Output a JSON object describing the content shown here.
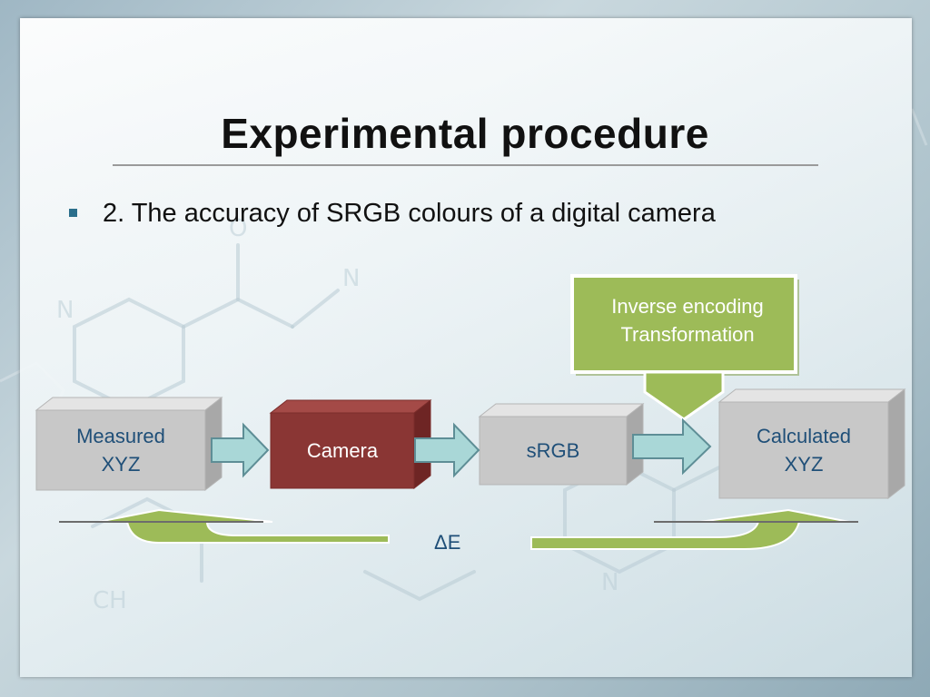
{
  "slide": {
    "title": "Experimental procedure",
    "bullet": "2. The accuracy of SRGB colours of a digital camera"
  },
  "diagram": {
    "boxes": {
      "measured": "Measured\nXYZ",
      "camera": "Camera",
      "srgb": "sRGB",
      "calculated": "Calculated\nXYZ",
      "inverse": "Inverse encoding\nTransformation"
    },
    "delta_label": "ΔE"
  },
  "colors": {
    "box_text": "#1f4f78",
    "camera_fill": "#8a3634",
    "gray_box": "#c9c9c9",
    "green_box": "#9dbb58",
    "arrow_fill": "#a9d7d7"
  }
}
